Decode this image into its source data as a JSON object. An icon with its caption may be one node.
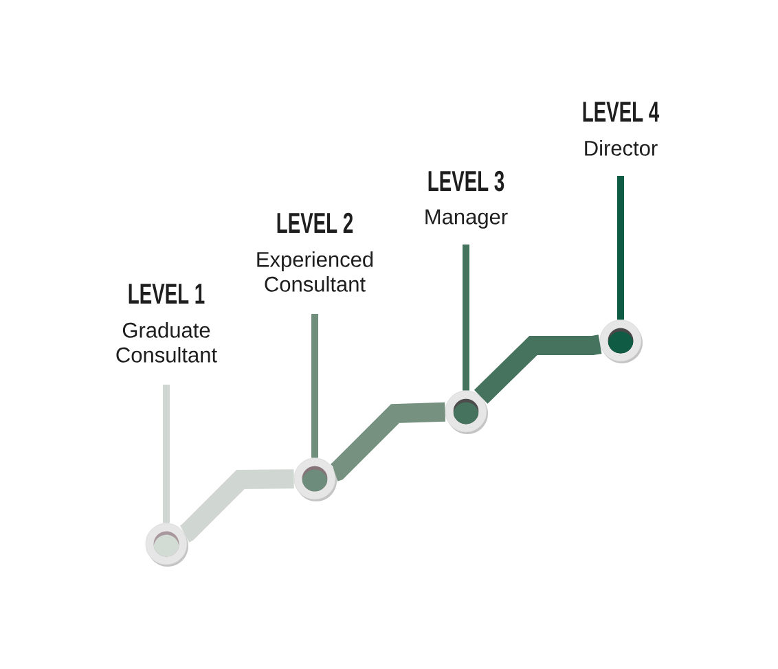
{
  "diagram": {
    "nodes": [
      {
        "text": [
          "LEVEL 1",
          "Graduate Consultant"
        ]
      },
      {
        "text": [
          "LEVEL 2",
          "Experienced Consultant"
        ]
      },
      {
        "text": [
          "LEVEL 3",
          "Manager"
        ]
      },
      {
        "text": [
          "LEVEL 4",
          "Director"
        ]
      },
      {
        "text": [],
        "shape": "circle"
      },
      {
        "text": [],
        "shape": "circle"
      },
      {
        "text": [],
        "shape": "circle"
      },
      {
        "text": [],
        "shape": "circle"
      }
    ],
    "edges": [
      {
        "from": 4,
        "to": 5,
        "arrow": "none",
        "style": "thick",
        "color": "#d0d7d2"
      },
      {
        "from": 5,
        "to": 6,
        "arrow": "none",
        "style": "thick",
        "color": "#76917f"
      },
      {
        "from": 6,
        "to": 7,
        "arrow": "none",
        "style": "thick",
        "color": "#46735e"
      },
      {
        "from": 4,
        "to": 0,
        "arrow": "none",
        "color": "#d0d7d2"
      },
      {
        "from": 5,
        "to": 1,
        "arrow": "none",
        "color": "#6f8e7c"
      },
      {
        "from": 6,
        "to": 2,
        "arrow": "none",
        "color": "#46735e"
      },
      {
        "from": 7,
        "to": 3,
        "arrow": "none",
        "color": "#0f5b43"
      }
    ]
  }
}
